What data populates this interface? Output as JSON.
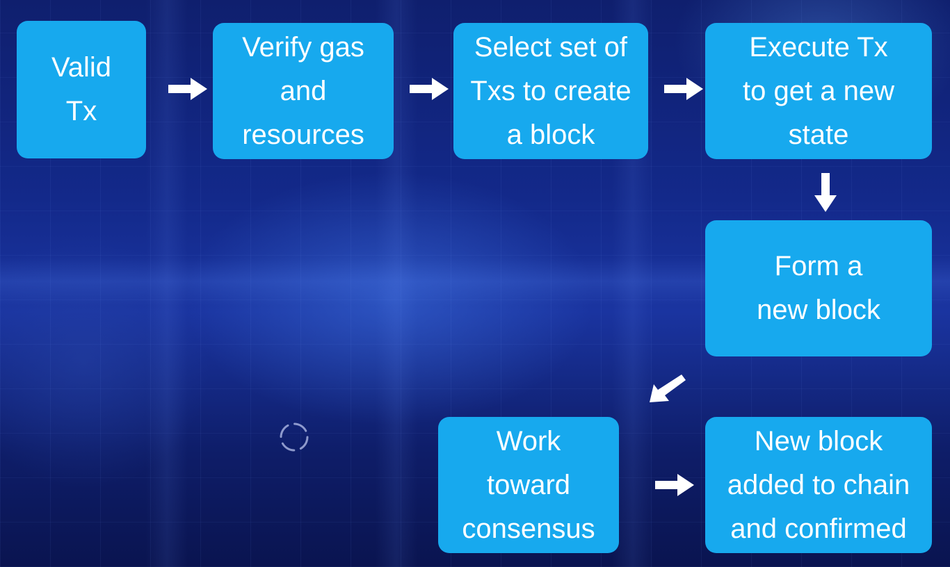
{
  "steps": [
    {
      "id": "valid-tx",
      "label": "Valid\nTx"
    },
    {
      "id": "verify-gas",
      "label": "Verify gas\nand\nresources"
    },
    {
      "id": "select-set",
      "label": "Select set of\nTxs to create\na block"
    },
    {
      "id": "execute-tx",
      "label": "Execute Tx\nto get a new\nstate"
    },
    {
      "id": "form-block",
      "label": "Form a\nnew block"
    },
    {
      "id": "work-consensus",
      "label": "Work\ntoward\nconsensus"
    },
    {
      "id": "new-block-added",
      "label": "New block\nadded to chain\nand confirmed"
    }
  ],
  "colors": {
    "box_fill": "#17a9ee",
    "box_text": "#ffffff",
    "arrow": "#ffffff",
    "background": "#13298a"
  },
  "icons": {
    "arrow_right": "arrow-right-icon",
    "arrow_down": "arrow-down-icon",
    "arrow_down_left": "arrow-down-left-icon",
    "loading": "loading-spinner-icon"
  }
}
